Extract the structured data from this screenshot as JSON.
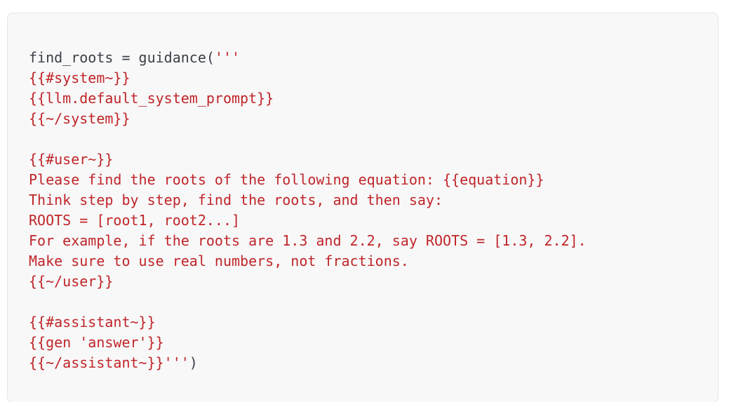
{
  "colors": {
    "page_bg": "#ffffff",
    "block_bg": "#f8f8f8",
    "block_border": "#e6e6e8",
    "code_plain": "#3b4049",
    "code_string_red": "#c02529"
  },
  "code_block": {
    "language_hint": "python-guidance-template",
    "lines": [
      {
        "segments": [
          {
            "t": "find_roots = guidance(",
            "c": "plain"
          },
          {
            "t": "'''",
            "c": "str"
          }
        ]
      },
      {
        "segments": [
          {
            "t": "{{#system~}}",
            "c": "str"
          }
        ]
      },
      {
        "segments": [
          {
            "t": "{{llm.default_system_prompt}}",
            "c": "str"
          }
        ]
      },
      {
        "segments": [
          {
            "t": "{{~/system}}",
            "c": "str"
          }
        ]
      },
      {
        "segments": []
      },
      {
        "segments": [
          {
            "t": "{{#user~}}",
            "c": "str"
          }
        ]
      },
      {
        "segments": [
          {
            "t": "Please find the roots of the following equation: {{equation}}",
            "c": "str"
          }
        ]
      },
      {
        "segments": [
          {
            "t": "Think step by step, find the roots, and then say:",
            "c": "str"
          }
        ]
      },
      {
        "segments": [
          {
            "t": "ROOTS = [root1, root2...]",
            "c": "str"
          }
        ]
      },
      {
        "segments": [
          {
            "t": "For example, if the roots are 1.3 and 2.2, say ROOTS = [1.3, 2.2].",
            "c": "str"
          }
        ]
      },
      {
        "segments": [
          {
            "t": "Make sure to use real numbers, not fractions.",
            "c": "str"
          }
        ]
      },
      {
        "segments": [
          {
            "t": "{{~/user}}",
            "c": "str"
          }
        ]
      },
      {
        "segments": []
      },
      {
        "segments": [
          {
            "t": "{{#assistant~}}",
            "c": "str"
          }
        ]
      },
      {
        "segments": [
          {
            "t": "{{gen 'answer'}}",
            "c": "str"
          }
        ]
      },
      {
        "segments": [
          {
            "t": "{{~/assistant~}}'''",
            "c": "str"
          },
          {
            "t": ")",
            "c": "plain"
          }
        ]
      }
    ]
  }
}
